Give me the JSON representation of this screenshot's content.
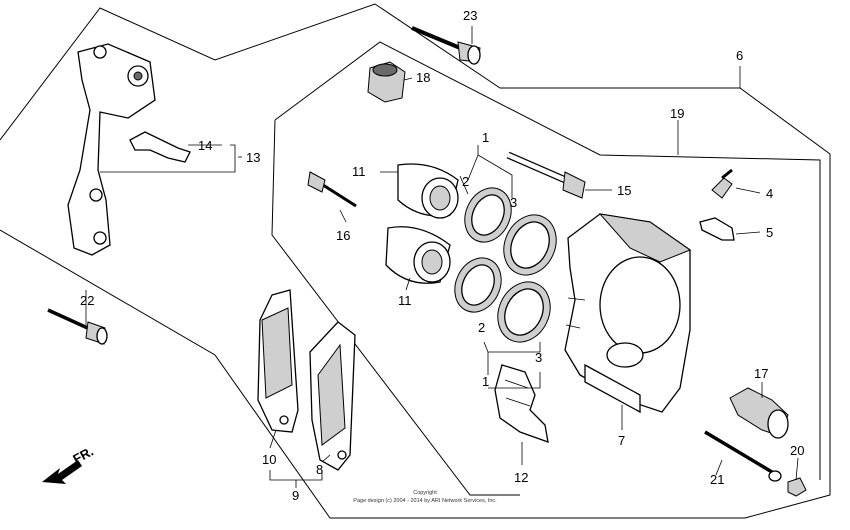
{
  "diagram": {
    "part_numbers": {
      "p1": "1",
      "p2": "2",
      "p3": "3",
      "p4": "4",
      "p5": "5",
      "p6": "6",
      "p7": "7",
      "p8": "8",
      "p9": "9",
      "p10": "10",
      "p11": "11",
      "p12": "12",
      "p13": "13",
      "p14": "14",
      "p15": "15",
      "p16": "16",
      "p17": "17",
      "p18": "18",
      "p19": "19",
      "p20": "20",
      "p21": "21",
      "p22": "22",
      "p23": "23"
    },
    "front_marker": "FR.",
    "copyright_line1": "Copyright",
    "copyright_line2": "Page design (c) 2004 - 2014 by ARI Network Services, Inc."
  }
}
